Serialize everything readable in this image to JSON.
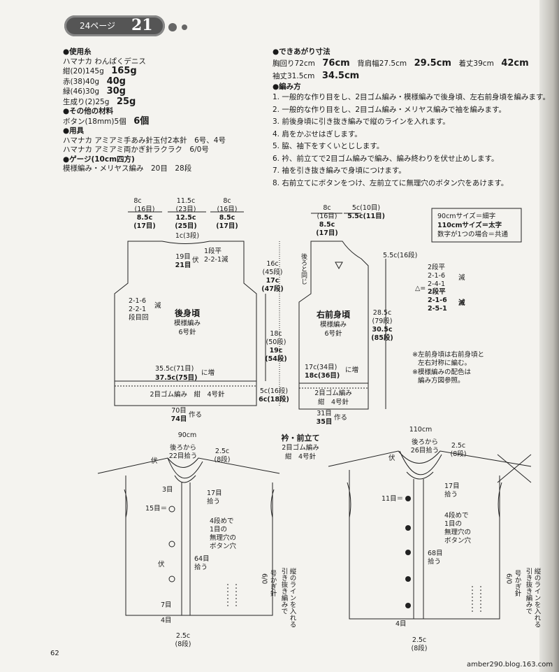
{
  "header": {
    "page_ref": "24ページ",
    "pattern_no": "21"
  },
  "materials": {
    "yarn_heading": "●使用糸",
    "yarn_brand": "ハマナカ わんぱくデニス",
    "yarns": [
      {
        "label": "紺(20)145g",
        "big": "165g"
      },
      {
        "label": "赤(38)40g",
        "big": "40g"
      },
      {
        "label": "緑(46)30g",
        "big": "30g"
      },
      {
        "label": "生成り(2)25g",
        "big": "25g"
      }
    ],
    "other_heading": "●その他の材料",
    "other_item": "ボタン(18mm)5個",
    "other_big": "6個",
    "tools_heading": "●用具",
    "tools": [
      "ハマナカ アミアミ手あみ針玉付2本針　6号、4号",
      "ハマナカ アミアミ両かぎ針ラクラク　6/0号"
    ],
    "gauge_heading": "●ゲージ(10cm四方)",
    "gauge": "模様編み・メリヤス編み　20目　28段"
  },
  "finished": {
    "heading": "●できあがり寸法",
    "chest": "胸回り72cm",
    "chest_big": "76cm",
    "back": "背肩幅27.5cm",
    "back_big": "29.5cm",
    "length": "着丈39cm",
    "length_big": "42cm",
    "sleeve": "袖丈31.5cm",
    "sleeve_big": "34.5cm"
  },
  "method": {
    "heading": "●編み方",
    "steps": [
      "1. 一般的な作り目をし、2目ゴム編み・模様編みで後身頃、左右前身頃を編みます。",
      "2. 一般的な作り目をし、2目ゴム編み・メリヤス編みで袖を編みます。",
      "3. 前後身頃に引き抜き編みで縦のラインを入れます。",
      "4. 肩をかぶせはぎします。",
      "5. 脇、袖下をすくいとじします。",
      "6. 衿、前立てで2目ゴム編みで編み、編み終わりを伏せ止めします。",
      "7. 袖を引き抜き編みで身頃につけます。",
      "8. 右前立てにボタンをつけ、左前立てに無理穴のボタン穴をあけます。"
    ]
  },
  "legend": {
    "l1": "90cmサイズ＝細字",
    "l2": "110cmサイズ＝太字",
    "l3": "数字が1つの場合＝共通"
  },
  "back_piece": {
    "title": "後身頃",
    "sub1": "模様編み",
    "sub2": "6号針",
    "top_l1": "8c",
    "top_l2": "(16目)",
    "top_l3": "8.5c",
    "top_l4": "(17目)",
    "top_m1": "11.5c",
    "top_m2": "(23目)",
    "top_m3": "12.5c",
    "top_m4": "(25目)",
    "top_r1": "8c",
    "top_r2": "(16目)",
    "top_r3": "8.5c",
    "top_r4": "(17目)",
    "neck_h": "1c(3段)",
    "neck_c1": "19目",
    "neck_c2": "21目",
    "neck_fu": "伏",
    "neck_d1": "1段平",
    "neck_d2": "2-2-1減",
    "arm1": "2-1-6",
    "arm2": "2-2-1",
    "arm3": "段目回",
    "arm_gen": "減",
    "h1": "16c",
    "h2": "(45段)",
    "h3": "17c",
    "h4": "(47段)",
    "bw1": "35.5c(71目)",
    "bw2": "37.5c(75目)",
    "bw_inc": "に増",
    "rib": "2目ゴム編み　紺　4号針",
    "bot1": "70目",
    "bot2": "74目",
    "bot_make": "作る",
    "side1": "18c",
    "side2": "(50段)",
    "side3": "19c",
    "side4": "(54段)",
    "rh1": "5c(16段)",
    "rh2": "6c(18段)"
  },
  "front_piece": {
    "title": "右前身頃",
    "sub1": "模様編み",
    "sub2": "6号針",
    "t1": "8c",
    "t2": "(16目)",
    "t3": "8.5c",
    "t4": "(17目)",
    "nk1": "5c(10目)",
    "nk2": "5.5c(11目)",
    "same": "後ろと同じ",
    "sh": "5.5c(16段)",
    "fl1": "28.5c",
    "fl2": "(79段)",
    "fl3": "30.5c",
    "fl4": "(85段)",
    "w1": "17c(34目)",
    "w2": "18c(36目)",
    "inc": "に増",
    "rib1": "2目ゴム編み",
    "rib2": "紺　4号針",
    "b1": "31目",
    "b2": "35目",
    "make": "作る"
  },
  "neck_notes": {
    "a1": "2段平",
    "a2": "2-1-6",
    "a3": "2-4-1",
    "b1": "2段平",
    "b2": "2-1-6",
    "b3": "2-5-1",
    "gen": "減",
    "tri": "△="
  },
  "notes": [
    "※左前身頃は右前身頃と",
    "左右対称に編む。",
    "※模様編みの配色は",
    "編み方図参照。"
  ],
  "collar": {
    "title": "衿・前立て",
    "s1": "2目ゴム編み",
    "s2": "紺　4号針"
  },
  "d90": {
    "label": "90cm",
    "fu": "伏",
    "fromback": "後ろから",
    "pick": "22目拾う",
    "w1": "2.5c",
    "w2": "(8段)",
    "r3": "3目",
    "r15": "15目＝",
    "pick17": "17目",
    "pick17b": "拾う",
    "bh1": "4段めで",
    "bh2": "1目の",
    "bh3": "無理穴の",
    "bh4": "ボタン穴",
    "fu2": "伏",
    "p64": "64目",
    "p64b": "拾う",
    "r7": "7目",
    "r4": "4目",
    "bw1": "2.5c",
    "bw2": "(8段)",
    "g1": "6/0",
    "g2": "号かぎ針",
    "line1": "引き抜き編みで",
    "line2": "縦のラインを入れる"
  },
  "d110": {
    "label": "110cm",
    "fromback": "後ろから",
    "pick": "26目拾う",
    "w1": "2.5c",
    "w2": "(8段)",
    "fu": "伏",
    "pick17": "17目",
    "pick17b": "拾う",
    "r11": "11目＝",
    "bh1": "4段めで",
    "bh2": "1目の",
    "bh3": "無理穴の",
    "bh4": "ボタン穴",
    "p68": "68目",
    "p68b": "拾う",
    "r4": "4目",
    "bw1": "2.5c",
    "bw2": "(8段)",
    "g1": "6/0",
    "g2": "号かぎ針",
    "line1": "引き抜き編みで",
    "line2": "縦のラインを入れる"
  },
  "footer": {
    "page_no": "62",
    "site": "amber290.blog.163.com"
  }
}
